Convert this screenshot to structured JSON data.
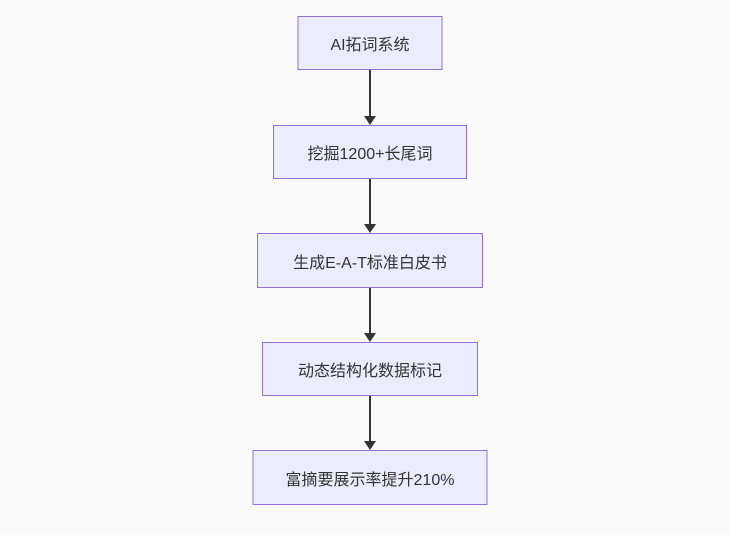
{
  "background_color": "#fafafa",
  "flowchart": {
    "type": "flowchart",
    "direction": "top-down",
    "node_fill_color": "#ececff",
    "node_border_color": "#9370db",
    "node_text_color": "#333333",
    "arrow_color": "#333333",
    "nodes": [
      {
        "id": "n1",
        "label": "AI拓词系统"
      },
      {
        "id": "n2",
        "label": "挖掘1200+长尾词"
      },
      {
        "id": "n3",
        "label": "生成E-A-T标准白皮书"
      },
      {
        "id": "n4",
        "label": "动态结构化数据标记"
      },
      {
        "id": "n5",
        "label": "富摘要展示率提升210%"
      }
    ],
    "edges": [
      {
        "from": "n1",
        "to": "n2"
      },
      {
        "from": "n2",
        "to": "n3"
      },
      {
        "from": "n3",
        "to": "n4"
      },
      {
        "from": "n4",
        "to": "n5"
      }
    ]
  }
}
